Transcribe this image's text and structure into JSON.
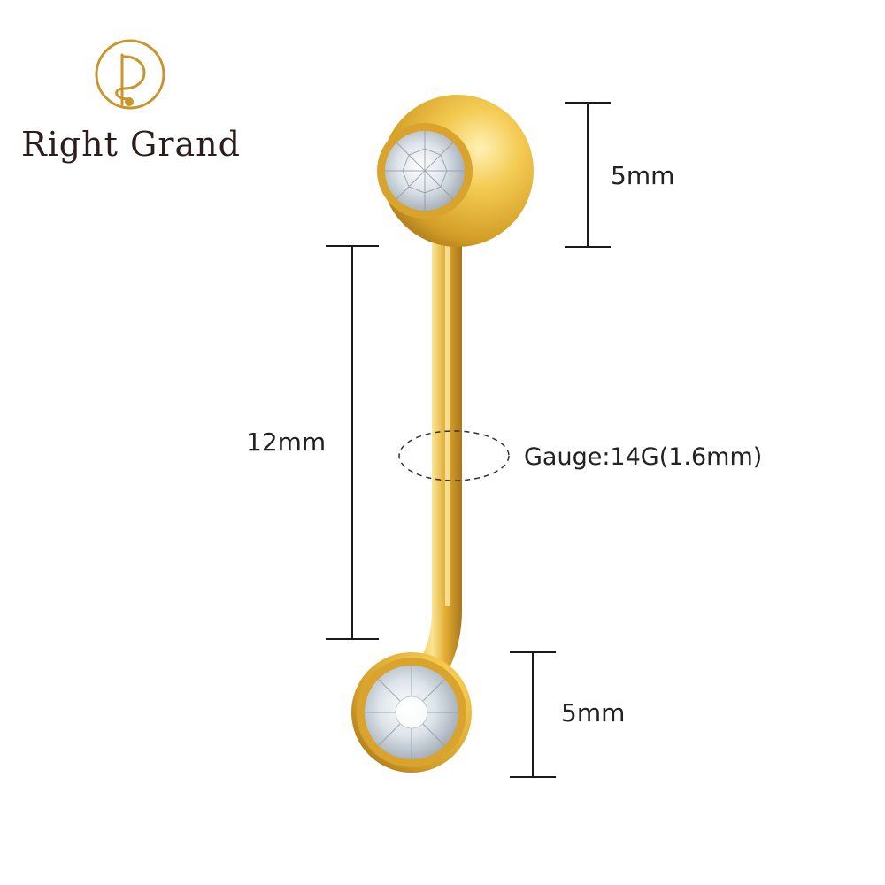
{
  "brand": {
    "name": "Right Grand",
    "gold": "#C9962E"
  },
  "product": {
    "metal_color": "#E9B83A",
    "metal_dark": "#C48E1F",
    "metal_light": "#F8DB7A",
    "gem_color": "#E7EDF3"
  },
  "dimensions": {
    "top_ball": "5mm",
    "bar_length": "12mm",
    "bottom_ball": "5mm",
    "gauge": "Gauge:14G(1.6mm)"
  },
  "line_color": "#1a1a1a"
}
